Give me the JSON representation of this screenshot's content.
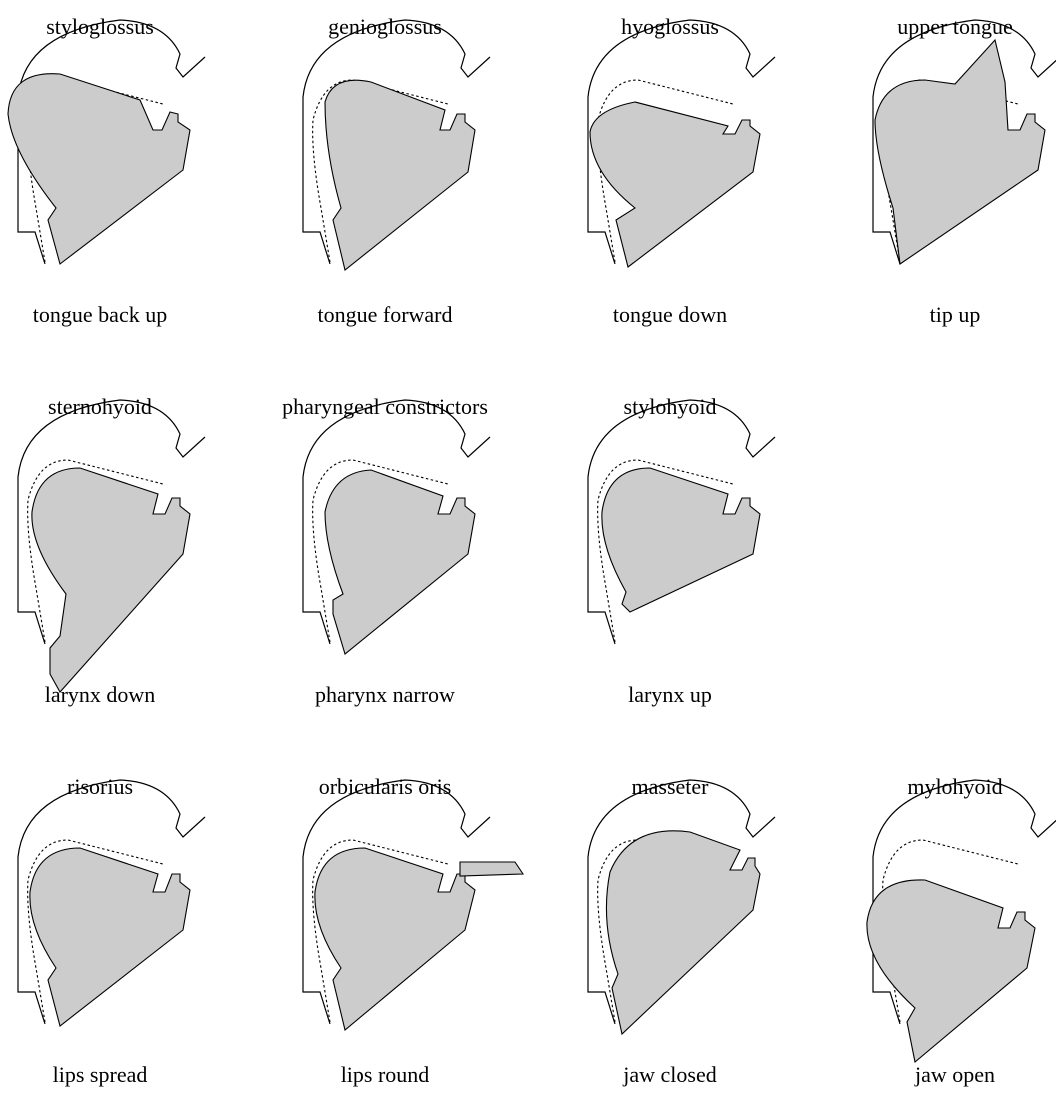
{
  "panels": [
    {
      "muscle": "styloglossus",
      "action": "tongue back up"
    },
    {
      "muscle": "genioglossus",
      "action": "tongue forward"
    },
    {
      "muscle": "hyoglossus",
      "action": "tongue down"
    },
    {
      "muscle": "upper tongue",
      "action": "tip up"
    },
    {
      "muscle": "sternohyoid",
      "action": "larynx down"
    },
    {
      "muscle": "pharyngeal constrictors",
      "action": "pharynx narrow"
    },
    {
      "muscle": "stylohyoid",
      "action": "larynx up"
    },
    {
      "muscle": "risorius",
      "action": "lips spread"
    },
    {
      "muscle": "orbicularis oris",
      "action": "lips round"
    },
    {
      "muscle": "masseter",
      "action": "jaw closed"
    },
    {
      "muscle": "mylohyoid",
      "action": "jaw open"
    }
  ]
}
